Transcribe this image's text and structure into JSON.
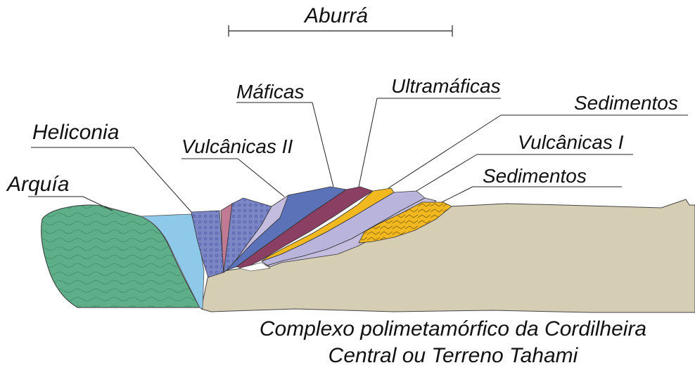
{
  "diagram": {
    "span_label": "Aburrá",
    "labels": {
      "arquia": "Arquía",
      "heliconia": "Heliconia",
      "vulcanicas_ii": "Vulcânicas II",
      "maficas": "Máficas",
      "ultramaficas": "Ultramáficas",
      "sedimentos_upper": "Sedimentos",
      "vulcanicas_i": "Vulcânicas I",
      "sedimentos_lower": "Sedimentos"
    },
    "caption_line1": "Complexo polimetamórfico da Cordilheira",
    "caption_line2": "Central ou Terreno Tahami"
  },
  "colors": {
    "arquia": "#5fae8a",
    "heliconia": "#8ec9ea",
    "basement": "#d6cdb5",
    "vulcanicas_ii": "#7b86c6",
    "pink": "#c07a94",
    "maficas": "#5b72b8",
    "ultramaficas": "#8a3f63",
    "sedimentos": "#f2b820",
    "vulcanicas_i": "#b9b4dc",
    "lavender": "#c4bde0"
  }
}
